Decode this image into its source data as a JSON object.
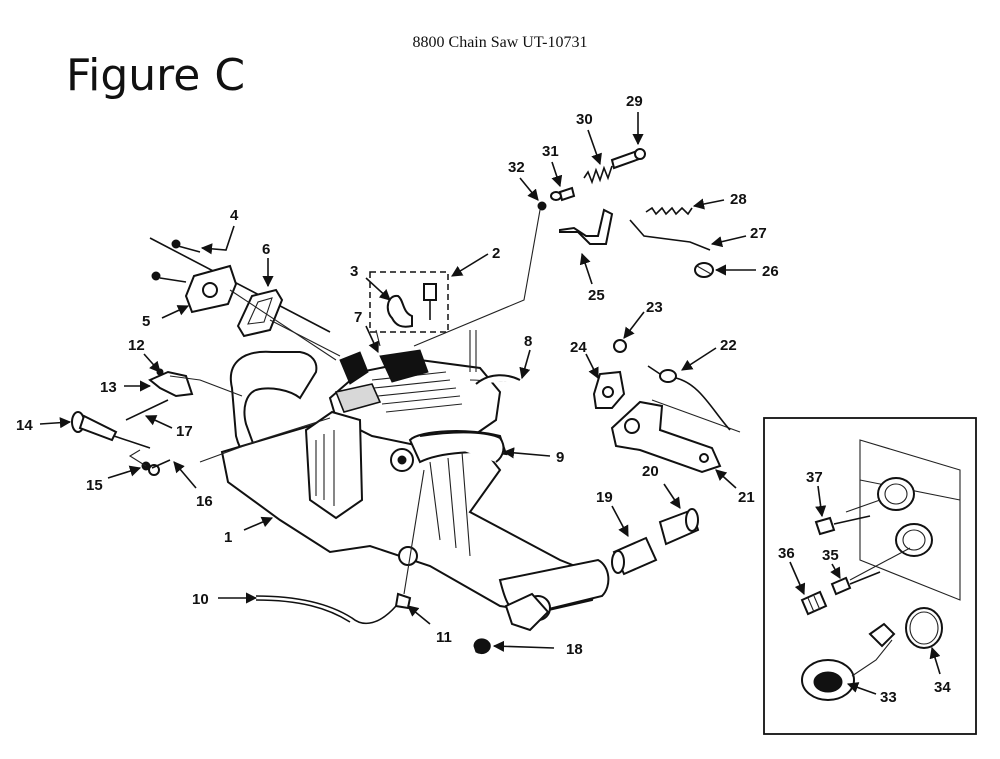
{
  "header": {
    "title": "8800 Chain Saw UT-10731"
  },
  "figure": {
    "label": "Figure C"
  },
  "callouts": [
    "1",
    "2",
    "3",
    "4",
    "5",
    "6",
    "7",
    "8",
    "9",
    "10",
    "11",
    "12",
    "13",
    "14",
    "15",
    "16",
    "17",
    "18",
    "19",
    "20",
    "21",
    "22",
    "23",
    "24",
    "25",
    "26",
    "27",
    "28",
    "29",
    "30",
    "31",
    "32",
    "33",
    "34",
    "35",
    "36",
    "37"
  ]
}
